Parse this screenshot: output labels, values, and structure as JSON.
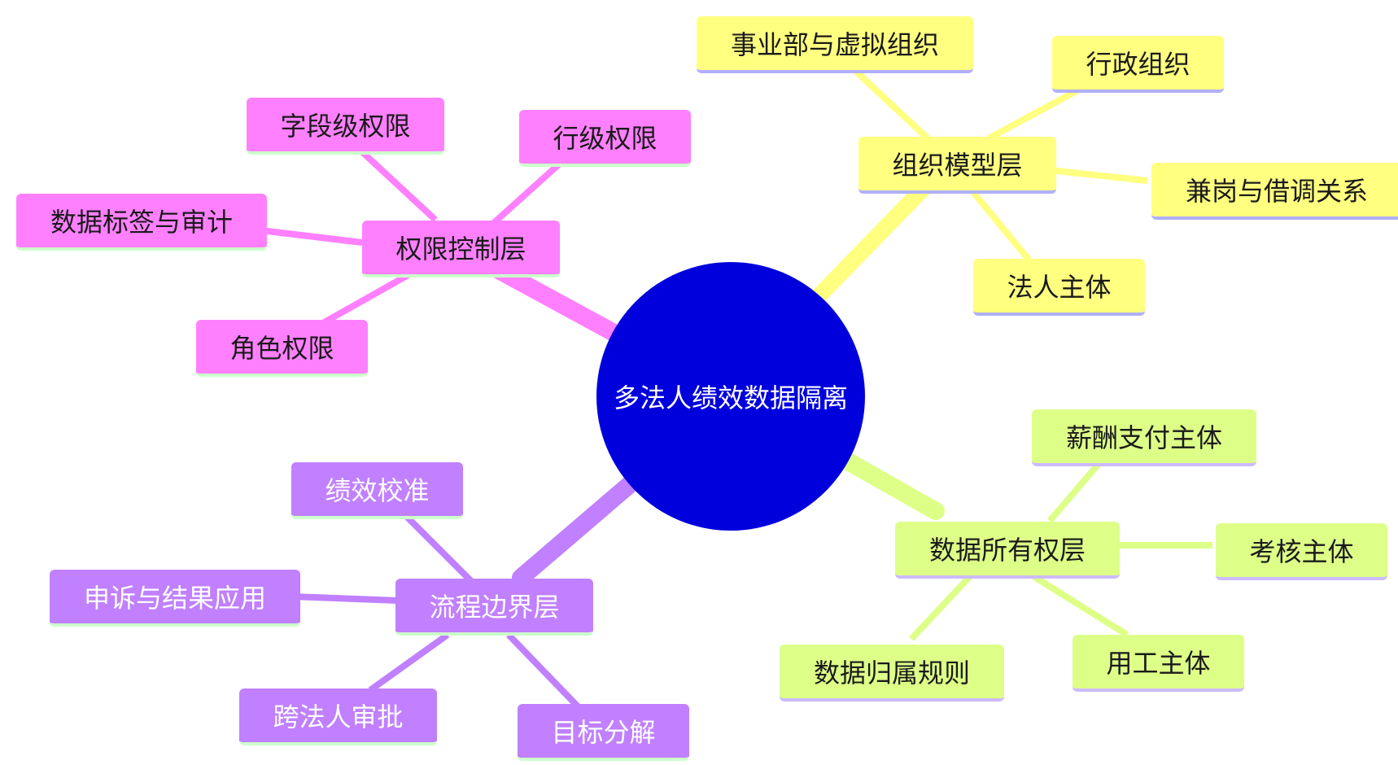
{
  "root": {
    "label": "多法人绩效数据隔离",
    "color": "#0000dd"
  },
  "branches": [
    {
      "id": "permission",
      "label": "权限控制层",
      "color": "#ff80ff",
      "children": [
        {
          "label": "字段级权限"
        },
        {
          "label": "行级权限"
        },
        {
          "label": "数据标签与审计"
        },
        {
          "label": "角色权限"
        }
      ]
    },
    {
      "id": "org-model",
      "label": "组织模型层",
      "color": "#ffff80",
      "children": [
        {
          "label": "事业部与虚拟组织"
        },
        {
          "label": "行政组织"
        },
        {
          "label": "兼岗与借调关系"
        },
        {
          "label": "法人主体"
        }
      ]
    },
    {
      "id": "data-ownership",
      "label": "数据所有权层",
      "color": "#ddff88",
      "children": [
        {
          "label": "薪酬支付主体"
        },
        {
          "label": "考核主体"
        },
        {
          "label": "数据归属规则"
        },
        {
          "label": "用工主体"
        }
      ]
    },
    {
      "id": "process-boundary",
      "label": "流程边界层",
      "color": "#c080ff",
      "children": [
        {
          "label": "绩效校准"
        },
        {
          "label": "申诉与结果应用"
        },
        {
          "label": "跨法人审批"
        },
        {
          "label": "目标分解"
        }
      ]
    }
  ]
}
